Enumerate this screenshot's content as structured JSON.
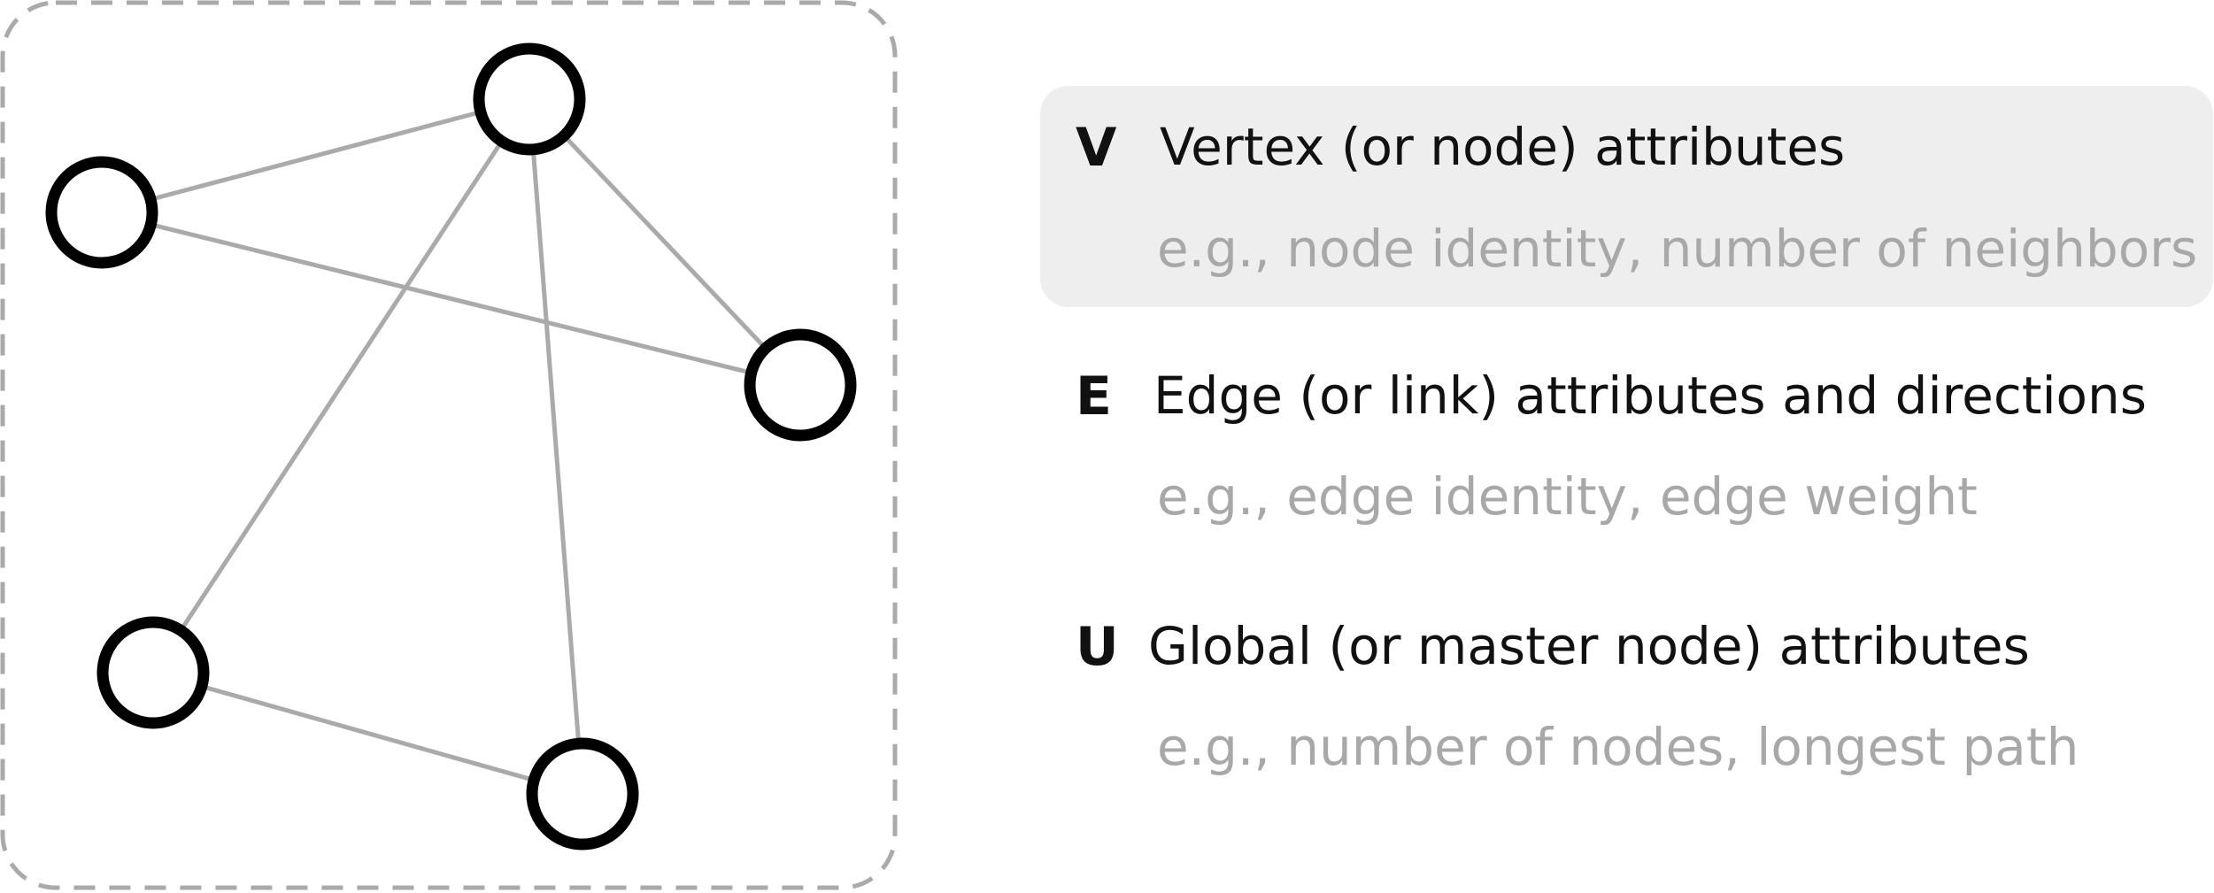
{
  "graph": {
    "node_stroke_color": "#000000",
    "edge_color": "#aaaaaa",
    "frame_color": "#aaaaaa",
    "nodes": [
      {
        "id": "n-top"
      },
      {
        "id": "n-left"
      },
      {
        "id": "n-right"
      },
      {
        "id": "n-bottom-left"
      },
      {
        "id": "n-bottom-right"
      }
    ],
    "edges": [
      {
        "from": "n-top",
        "to": "n-left"
      },
      {
        "from": "n-left",
        "to": "n-right"
      },
      {
        "from": "n-top",
        "to": "n-right"
      },
      {
        "from": "n-top",
        "to": "n-bottom-left"
      },
      {
        "from": "n-top",
        "to": "n-bottom-right"
      },
      {
        "from": "n-bottom-left",
        "to": "n-bottom-right"
      }
    ]
  },
  "legend": {
    "highlight_color": "#eeeeee",
    "example_color": "#a8a8a8",
    "items": [
      {
        "letter": "V",
        "title": "Vertex (or node) attributes",
        "example": "e.g., node identity, number of neighbors",
        "highlighted": true
      },
      {
        "letter": "E",
        "title": "Edge (or link) attributes and directions",
        "example": "e.g., edge identity, edge weight",
        "highlighted": false
      },
      {
        "letter": "U",
        "title": "Global (or master node) attributes",
        "example": "e.g., number of nodes, longest path",
        "highlighted": false
      }
    ]
  }
}
